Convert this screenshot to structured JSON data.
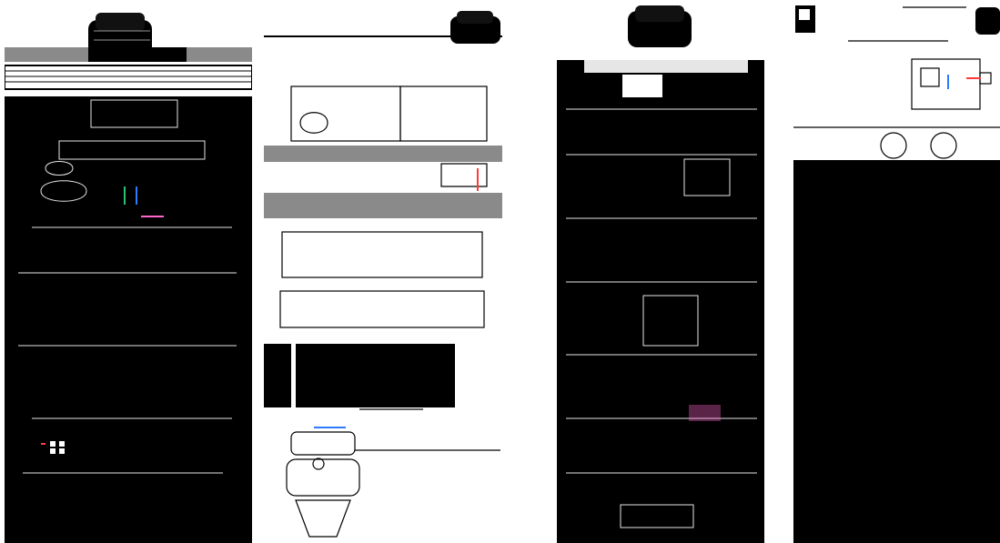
{
  "screen": {
    "background": "#ffffff",
    "ink": "#000000",
    "gray": "#8a8a8a",
    "accent_colors": [
      "#ff3b3b",
      "#2f7bff",
      "#29c26b",
      "#ff66cc"
    ]
  },
  "panels": [
    {
      "name": "panel-1",
      "description_visible": false
    },
    {
      "name": "panel-2",
      "description_visible": false
    },
    {
      "name": "panel-3",
      "description_visible": false
    },
    {
      "name": "panel-4",
      "description_visible": false
    }
  ]
}
